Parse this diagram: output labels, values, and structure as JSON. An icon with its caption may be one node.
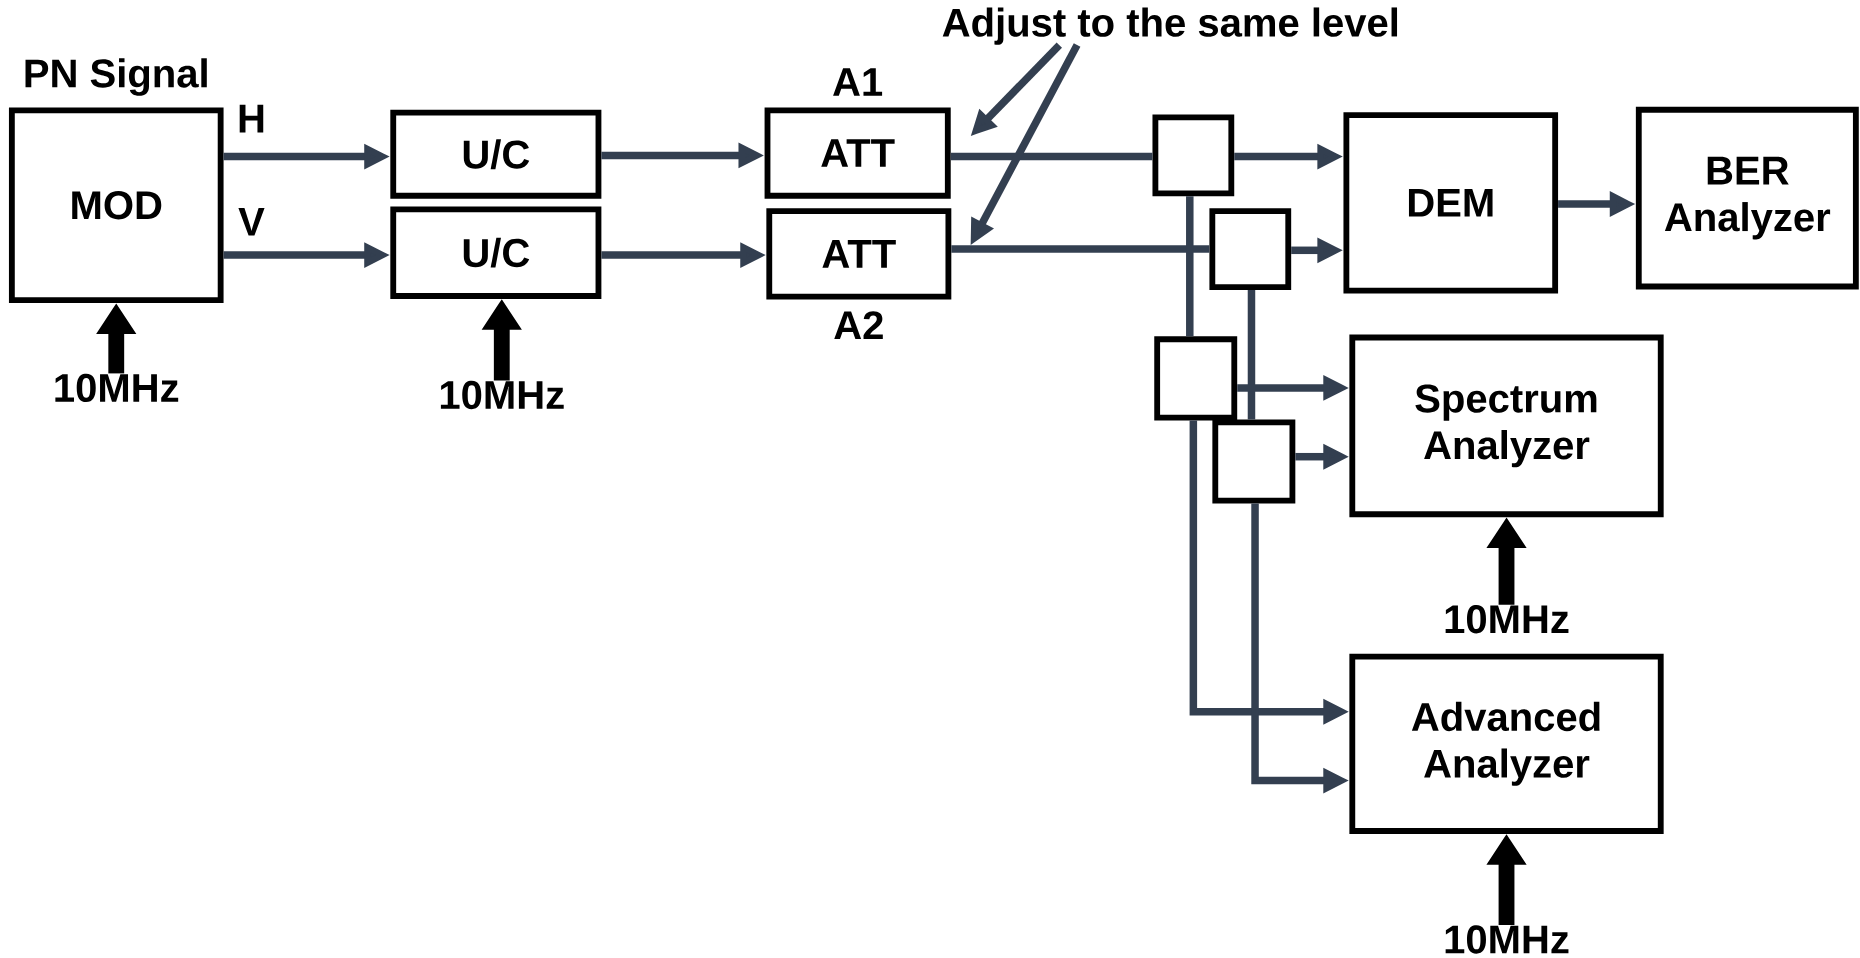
{
  "diagram": {
    "nodes": [
      {
        "text": [
          "PN Signal",
          "MOD"
        ]
      },
      {
        "text": [
          "U/C"
        ]
      },
      {
        "text": [
          "U/C"
        ]
      },
      {
        "text": [
          "ATT"
        ],
        "beside": [
          "A1"
        ]
      },
      {
        "text": [
          "ATT"
        ],
        "beside": [
          "A2"
        ]
      },
      {
        "text": [],
        "shape": "box"
      },
      {
        "text": [],
        "shape": "box"
      },
      {
        "text": [],
        "shape": "box"
      },
      {
        "text": [],
        "shape": "box"
      },
      {
        "text": [
          "DEM"
        ]
      },
      {
        "text": [
          "BER Analyzer"
        ]
      },
      {
        "text": [
          "Spectrum Analyzer"
        ]
      },
      {
        "text": [
          "Advanced Analyzer"
        ]
      },
      {
        "text": [
          "10MHz"
        ]
      },
      {
        "text": [
          "10MHz"
        ]
      },
      {
        "text": [
          "10MHz"
        ]
      },
      {
        "text": [
          "10MHz"
        ]
      },
      {
        "text": [
          "Adjust to the same level"
        ]
      }
    ],
    "edges": [
      {
        "from": 0,
        "to": 1,
        "arrow": "to"
      },
      {
        "from": 0,
        "to": 2,
        "arrow": "to"
      },
      {
        "from": 1,
        "to": 3,
        "arrow": "to"
      },
      {
        "from": 2,
        "to": 4,
        "arrow": "to"
      },
      {
        "from": 3,
        "to": 5,
        "arrow": "none"
      },
      {
        "from": 4,
        "to": 6,
        "arrow": "none"
      },
      {
        "from": 5,
        "to": 9,
        "arrow": "to"
      },
      {
        "from": 6,
        "to": 9,
        "arrow": "to"
      },
      {
        "from": 5,
        "to": 7,
        "arrow": "none"
      },
      {
        "from": 6,
        "to": 8,
        "arrow": "none"
      },
      {
        "from": 7,
        "to": 11,
        "arrow": "to"
      },
      {
        "from": 8,
        "to": 11,
        "arrow": "to"
      },
      {
        "from": 7,
        "to": 12,
        "arrow": "to"
      },
      {
        "from": 8,
        "to": 12,
        "arrow": "to"
      },
      {
        "from": 9,
        "to": 10,
        "arrow": "to"
      },
      {
        "from": 13,
        "to": 0,
        "arrow": "to",
        "style": "thick",
        "color": "#000000"
      },
      {
        "from": 14,
        "to": 2,
        "arrow": "to",
        "style": "thick",
        "color": "#000000"
      },
      {
        "from": 15,
        "to": 11,
        "arrow": "to",
        "style": "thick",
        "color": "#000000"
      },
      {
        "from": 16,
        "to": 12,
        "arrow": "to",
        "style": "thick",
        "color": "#000000"
      },
      {
        "from": 17,
        "to": null,
        "arrow": "to"
      },
      {
        "from": 17,
        "to": null,
        "arrow": "to"
      }
    ],
    "labels": [
      "H",
      "V"
    ]
  }
}
